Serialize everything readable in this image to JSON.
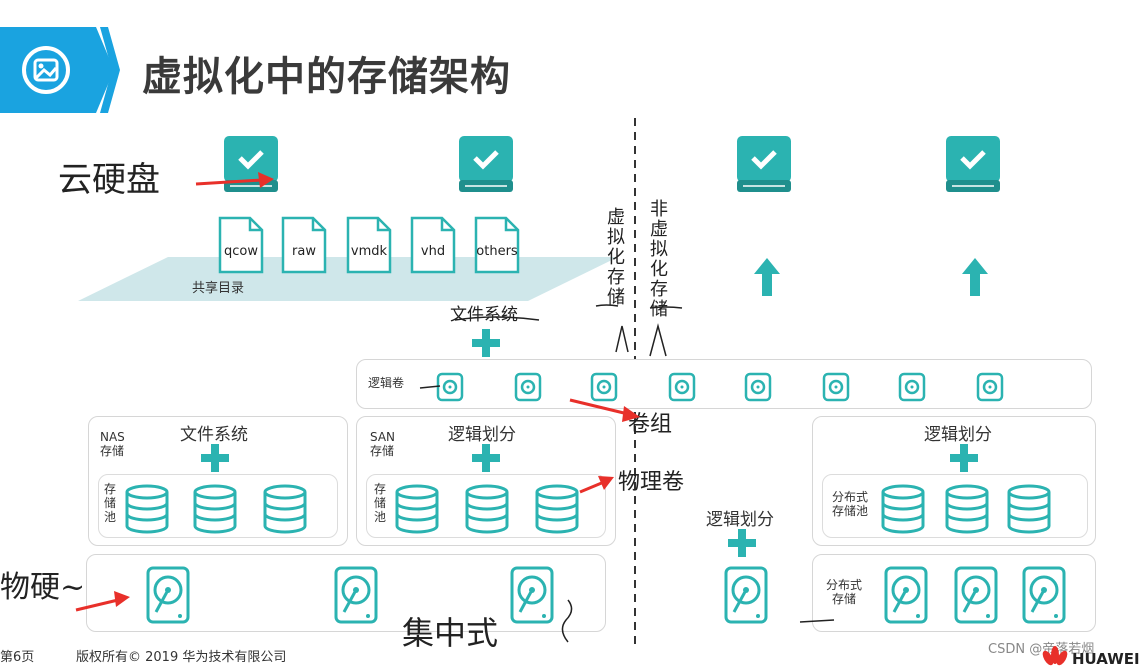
{
  "title": "虚拟化中的存储架构",
  "footer": {
    "page": "第6页",
    "copyright": "版权所有© 2019 华为技术有限公司",
    "watermark": "CSDN @帝落若烟",
    "logo": "HUAWEI"
  },
  "file_formats": [
    "qcow",
    "raw",
    "vmdk",
    "vhd",
    "others"
  ],
  "shared_dir": "共享目录",
  "file_system": "文件系统",
  "logical_volume": "逻辑卷",
  "logical_partition": "逻辑划分",
  "nas_label": "NAS\n存储",
  "san_label": "SAN\n存储",
  "pool_label": "存\n储\n池",
  "distributed_pool": "分布式\n存储池",
  "distributed_storage": "分布式\n存储",
  "virtualized_storage": "虚拟化存储",
  "non_virtualized_storage": "非虚拟化存储",
  "handwritten": {
    "cloud_disk": "云硬盘",
    "file_system": "文件系统",
    "volume_group": "卷组",
    "physical_volume": "物理卷",
    "physical_disk": "物硬~",
    "centralized": "集中式"
  },
  "colors": {
    "teal": "#2bb3b1",
    "blue": "#1aa3e0",
    "red": "#e8302a"
  }
}
